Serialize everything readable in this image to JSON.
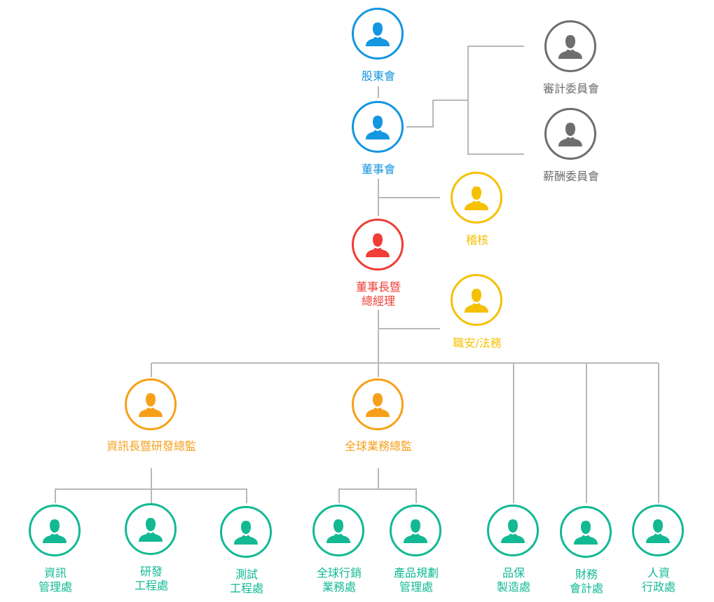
{
  "colors": {
    "blue": "#1496e0",
    "gray": "#6e6e6e",
    "yellow": "#f5c100",
    "red": "#ee3e35",
    "orange": "#f6a01a",
    "teal": "#12b993",
    "line": "#b8b8b8"
  },
  "nodes": {
    "shareholders": {
      "label": "股東會",
      "color": "blue",
      "icon": "person-icon"
    },
    "board": {
      "label": "董事會",
      "color": "blue",
      "icon": "person-icon"
    },
    "audit_committee": {
      "label": "審計委員會",
      "color": "gray",
      "icon": "person-icon"
    },
    "compensation_committee": {
      "label": "薪酬委員會",
      "color": "gray",
      "icon": "person-icon"
    },
    "internal_audit": {
      "label": "稽核",
      "color": "yellow",
      "icon": "person-icon"
    },
    "chairman_gm": {
      "label": "董事長暨\n總經理",
      "color": "red",
      "icon": "person-icon"
    },
    "safety_legal": {
      "label": "職安/法務",
      "color": "yellow",
      "icon": "person-icon"
    },
    "cio_rd": {
      "label": "資訊長暨研發總監",
      "color": "orange",
      "icon": "person-icon"
    },
    "global_sales": {
      "label": "全球業務總監",
      "color": "orange",
      "icon": "person-icon"
    },
    "it_dept": {
      "label": "資訊\n管理處",
      "color": "teal",
      "icon": "person-icon"
    },
    "rd_eng": {
      "label": "研發\n工程處",
      "color": "teal",
      "icon": "person-icon"
    },
    "test_eng": {
      "label": "測試\n工程處",
      "color": "teal",
      "icon": "person-icon"
    },
    "marketing_sales": {
      "label": "全球行銷\n業務處",
      "color": "teal",
      "icon": "person-icon"
    },
    "product_planning": {
      "label": "產品規劃\n管理處",
      "color": "teal",
      "icon": "person-icon"
    },
    "qa_mfg": {
      "label": "品保\n製造處",
      "color": "teal",
      "icon": "person-icon"
    },
    "finance": {
      "label": "財務\n會計處",
      "color": "teal",
      "icon": "person-icon"
    },
    "hr_admin": {
      "label": "人資\n行政處",
      "color": "teal",
      "icon": "person-icon"
    }
  }
}
